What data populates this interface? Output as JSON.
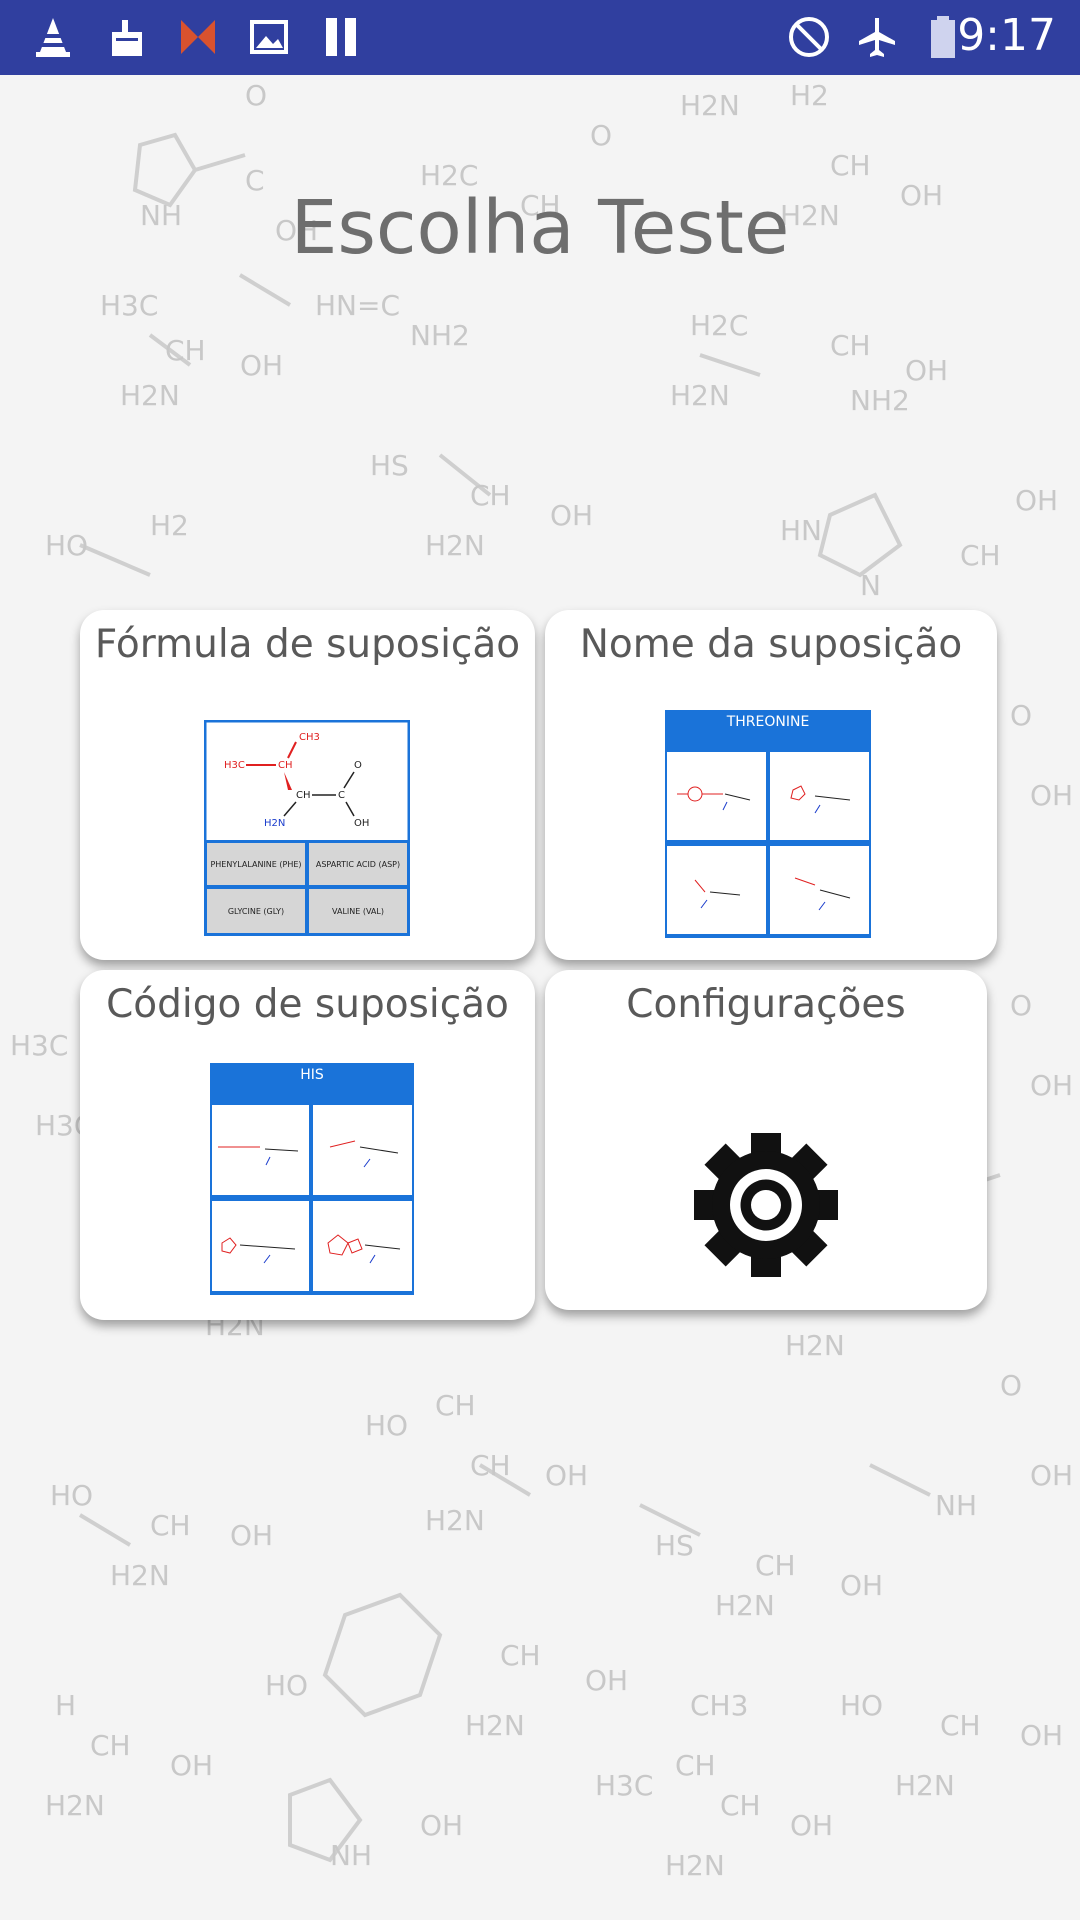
{
  "status_bar": {
    "time": "9:17",
    "left_icons": [
      "vlc-icon",
      "cleaner-icon",
      "butterfly-icon",
      "image-icon",
      "pause-icon"
    ],
    "right_icons": [
      "do-not-disturb-icon",
      "airplane-mode-icon",
      "battery-icon"
    ],
    "background_color": "#303f9f"
  },
  "page": {
    "title": "Escolha Teste"
  },
  "cards": {
    "formula": {
      "title": "Fórmula de suposição",
      "thumbnail": {
        "molecule_labels": [
          "CH3",
          "H3C",
          "CH",
          "CH",
          "C",
          "O",
          "OH",
          "H2N"
        ],
        "options": [
          "PHENYLALANINE (PHE)",
          "ASPARTIC ACID (ASP)",
          "GLYCINE (GLY)",
          "VALINE (VAL)"
        ]
      }
    },
    "name": {
      "title": "Nome da suposição",
      "thumbnail": {
        "header": "THREONINE"
      }
    },
    "code": {
      "title": "Código de suposição",
      "thumbnail": {
        "header": "HIS"
      }
    },
    "settings": {
      "title": "Configurações",
      "icon": "gear-icon"
    }
  },
  "colors": {
    "accent_blue": "#1a73d9",
    "molecule_red": "#e02020",
    "molecule_blue": "#1a3ccc"
  }
}
